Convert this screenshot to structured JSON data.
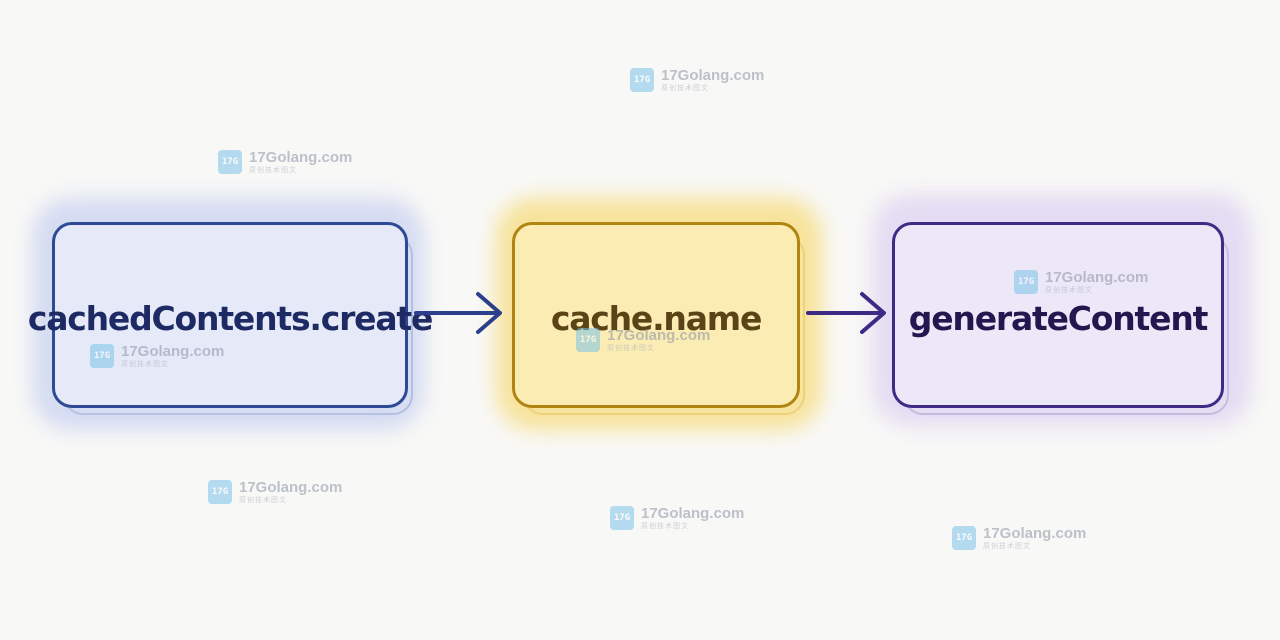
{
  "nodes": [
    {
      "label": "cachedContents.create",
      "color": "#2e4a95"
    },
    {
      "label": "cache.name",
      "color": "#b08512"
    },
    {
      "label": "generateContent",
      "color": "#3f2a86"
    }
  ],
  "arrows": [
    {
      "from": "cachedContents.create",
      "to": "cache.name",
      "color": "#2b3f8c"
    },
    {
      "from": "cache.name",
      "to": "generateContent",
      "color": "#3c2a85"
    }
  ],
  "watermarks": [
    {
      "title": "17Golang.com",
      "subtitle": "原创技术图文",
      "logo": "17G"
    },
    {
      "title": "17Golang.com",
      "subtitle": "原创技术图文",
      "logo": "17G"
    },
    {
      "title": "17Golang.com",
      "subtitle": "原创技术图文",
      "logo": "17G"
    },
    {
      "title": "17Golang.com",
      "subtitle": "原创技术图文",
      "logo": "17G"
    },
    {
      "title": "17Golang.com",
      "subtitle": "原创技术图文",
      "logo": "17G"
    },
    {
      "title": "17Golang.com",
      "subtitle": "原创技术图文",
      "logo": "17G"
    },
    {
      "title": "17Golang.com",
      "subtitle": "原创技术图文",
      "logo": "17G"
    },
    {
      "title": "17Golang.com",
      "subtitle": "原创技术图文",
      "logo": "17G"
    }
  ]
}
